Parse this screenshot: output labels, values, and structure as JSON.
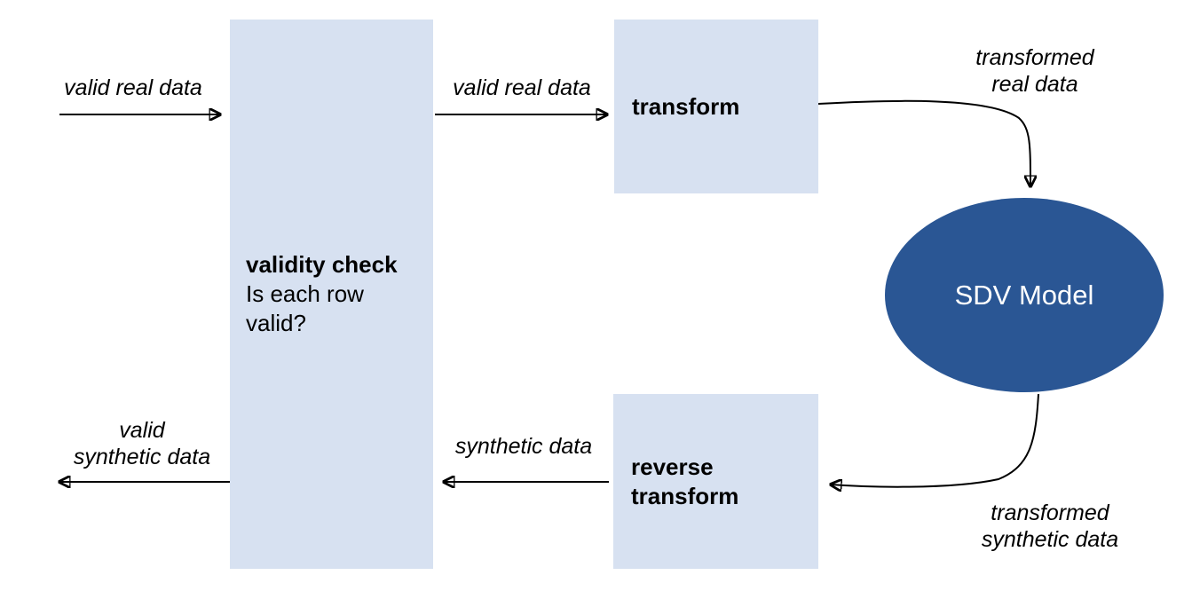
{
  "diagram": {
    "nodes": {
      "validity_check": {
        "title": "validity check",
        "question": "Is each row\nvalid?"
      },
      "transform": {
        "label": "transform"
      },
      "sdv_model": {
        "label": "SDV Model"
      },
      "reverse_transform": {
        "label": "reverse\ntransform"
      }
    },
    "labels": {
      "input_real": "valid real data",
      "valid_real_to_transform": "valid real data",
      "transformed_real": "transformed\nreal data",
      "transformed_synthetic": "transformed\nsynthetic data",
      "synthetic": "synthetic data",
      "output_synthetic": "valid\nsynthetic data"
    },
    "colors": {
      "box_fill": "#d7e1f1",
      "ellipse_fill": "#2a5694",
      "ellipse_text": "#ffffff",
      "arrow": "#000000",
      "label_text": "#000000"
    }
  }
}
